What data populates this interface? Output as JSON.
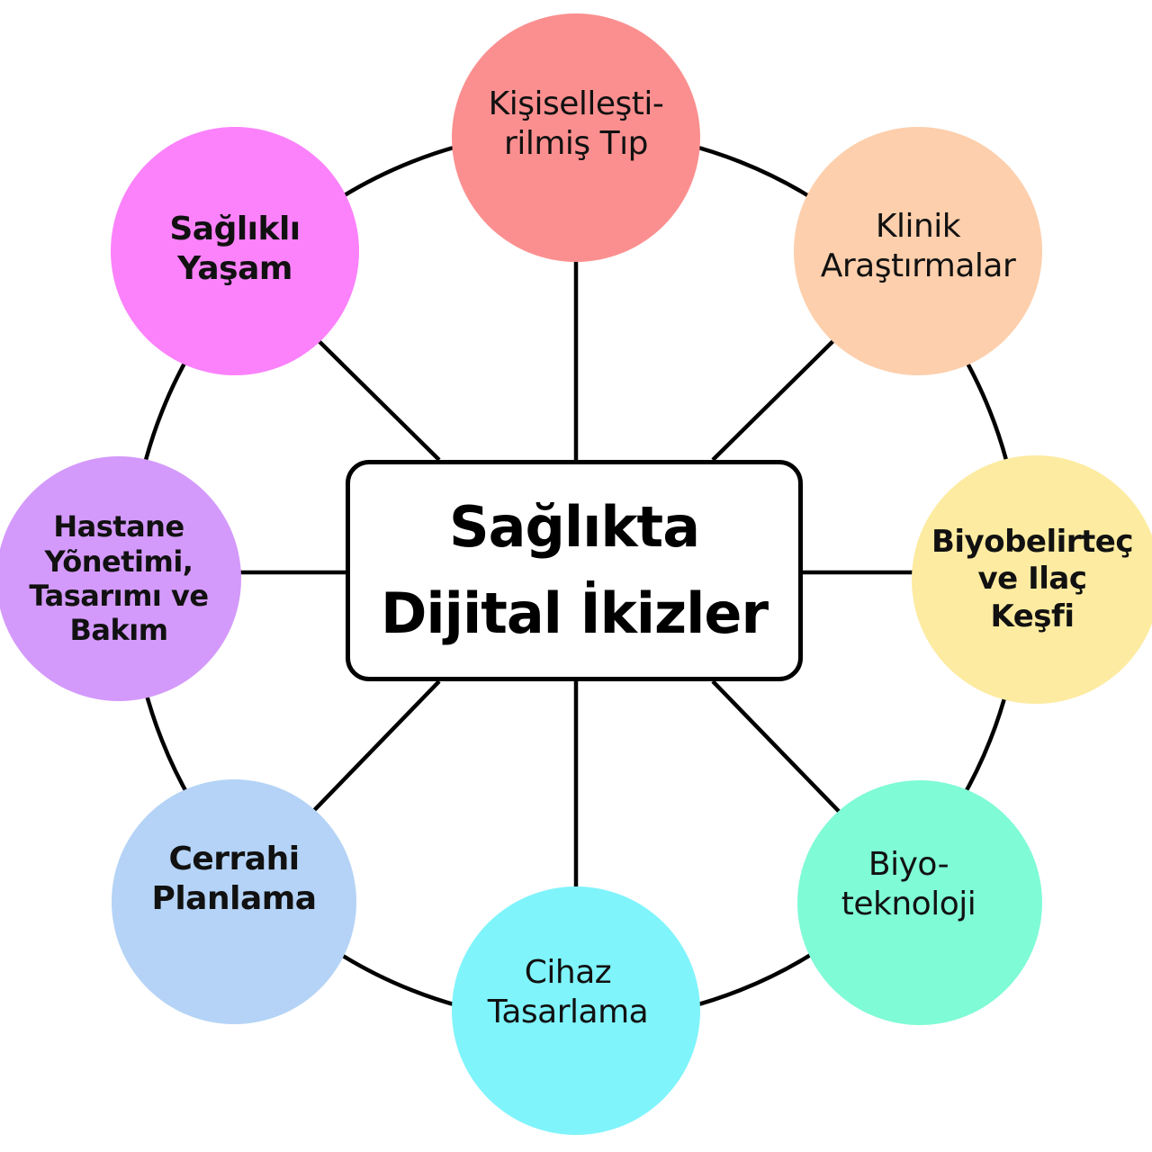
{
  "center": {
    "title": "Sağlıkta\nDijital İkizler"
  },
  "nodes": [
    {
      "id": "top",
      "label": "Kişiselleşti-\nrilmiş Tıp",
      "color": "#fb8f8f",
      "weight": "regular"
    },
    {
      "id": "top-right",
      "label": "Klinik\nAraştırmalar",
      "color": "#fdcfac",
      "weight": "regular"
    },
    {
      "id": "right",
      "label": "Biyobelirteç\nve Ilaç\nKeşfi",
      "color": "#fdeba1",
      "weight": "bold"
    },
    {
      "id": "bottom-right",
      "label": "Biyo-\nteknoloji",
      "color": "#7ffbd6",
      "weight": "regular"
    },
    {
      "id": "bottom",
      "label": "Cihaz\nTasarlama",
      "color": "#7ff4fb",
      "weight": "regular"
    },
    {
      "id": "bottom-left",
      "label": "Cerrahi\nPlanlama",
      "color": "#b4d3f6",
      "weight": "bold"
    },
    {
      "id": "left",
      "label": "Hastane\nYõnetimi,\nTasarımı ve\nBakım",
      "color": "#d49afb",
      "weight": "bold"
    },
    {
      "id": "top-left",
      "label": "Sağlıklı\nYaşam",
      "color": "#fb82fb",
      "weight": "bold"
    }
  ],
  "colors": {
    "line": "#000000",
    "background": "#ffffff"
  }
}
